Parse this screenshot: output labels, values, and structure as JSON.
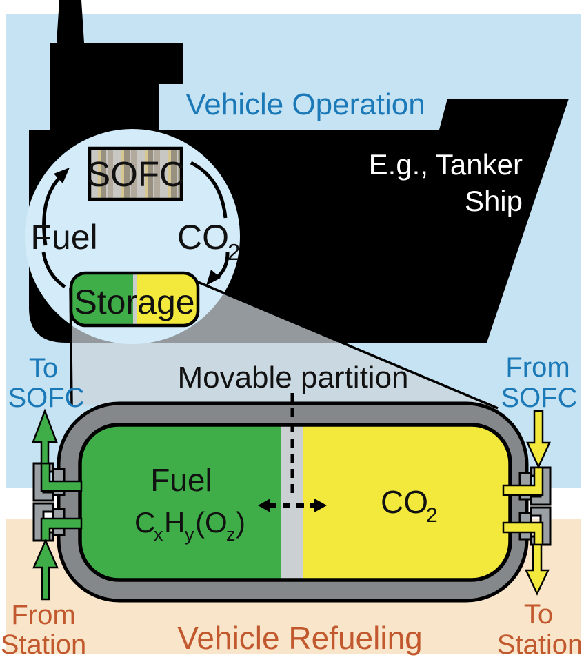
{
  "title": "Onboard fuel and CO2 storage concept diagram",
  "regions": {
    "operation_label": "Vehicle Operation",
    "refueling_label": "Vehicle Refueling",
    "ship_caption_line1": "E.g., Tanker",
    "ship_caption_line2": "Ship"
  },
  "cycle": {
    "sofc_label": "SOFC",
    "fuel_label": "Fuel",
    "co2_main": "CO",
    "co2_sub": "2",
    "storage_label": "Storage"
  },
  "tank": {
    "partition_label": "Movable partition",
    "fuel_label": "Fuel",
    "formula": {
      "c": "C",
      "x": "x",
      "h": "H",
      "y": "y",
      "o": "(O",
      "z": "z",
      "close": ")"
    },
    "co2_main": "CO",
    "co2_sub": "2"
  },
  "ports": {
    "to_sofc_line1": "To",
    "to_sofc_line2": "SOFC",
    "from_sofc_line1": "From",
    "from_sofc_line2": "SOFC",
    "from_station_line1": "From",
    "from_station_line2": "Station",
    "to_station_line1": "To",
    "to_station_line2": "Station"
  },
  "colors": {
    "sky_blue": "#c6e3f3",
    "circle_blue": "#d4ecf9",
    "tan": "#f9e5c9",
    "ship_black": "#000000",
    "blue_text": "#1b79b7",
    "orange_text": "#c2582e",
    "white_text": "#ffffff",
    "green": "#3fae49",
    "yellow": "#f2e93c",
    "wall_gray": "#84888b",
    "coupling_gray": "#9aa0a3",
    "partition_gray": "#cbd0d2",
    "divider_gray": "#c9cdce",
    "cone_gray": "rgba(204,212,217,0.72)",
    "text_black": "#111111"
  }
}
